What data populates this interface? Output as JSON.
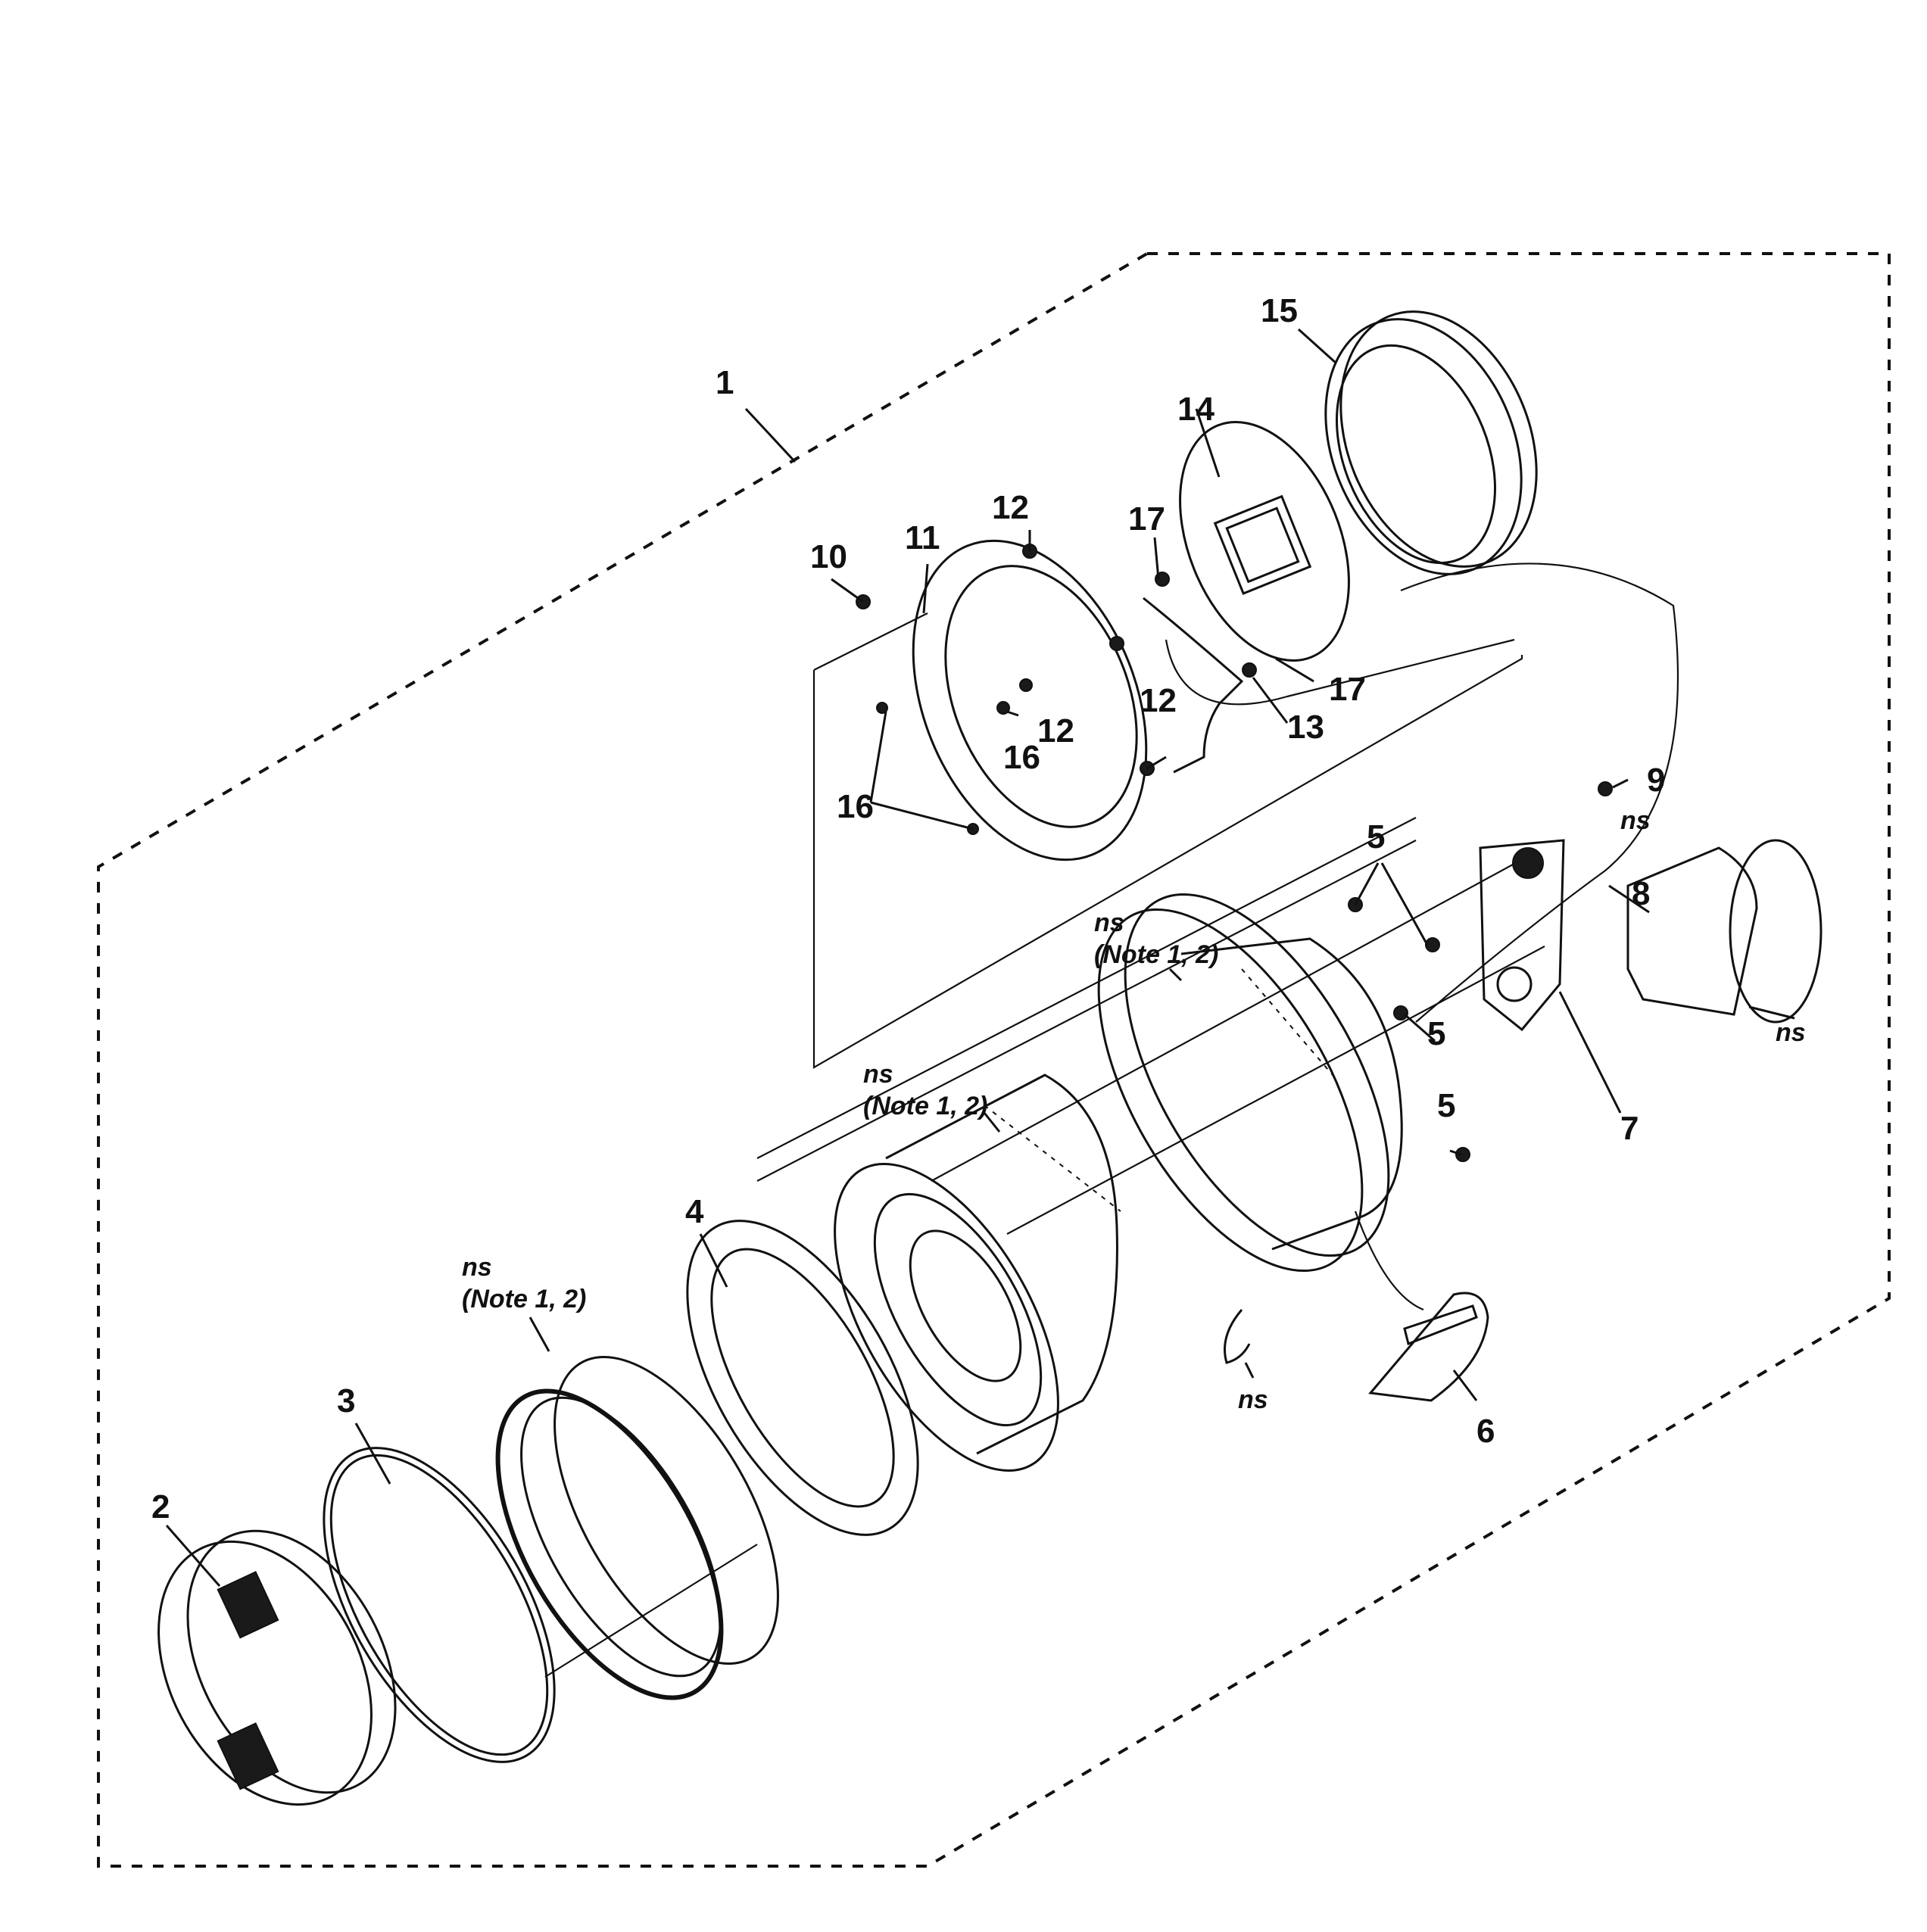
{
  "callouts": {
    "c1": "1",
    "c2": "2",
    "c3": "3",
    "c4": "4",
    "c5a": "5",
    "c5b": "5",
    "c5c": "5",
    "c6": "6",
    "c7": "7",
    "c8": "8",
    "c9": "9",
    "c10": "10",
    "c11": "11",
    "c12a": "12",
    "c12b": "12",
    "c12c": "12",
    "c13": "13",
    "c14": "14",
    "c15": "15",
    "c16a": "16",
    "c16b": "16",
    "c17a": "17",
    "c17b": "17"
  },
  "notes": {
    "ns": "ns",
    "note": "(Note 1, 2)"
  }
}
